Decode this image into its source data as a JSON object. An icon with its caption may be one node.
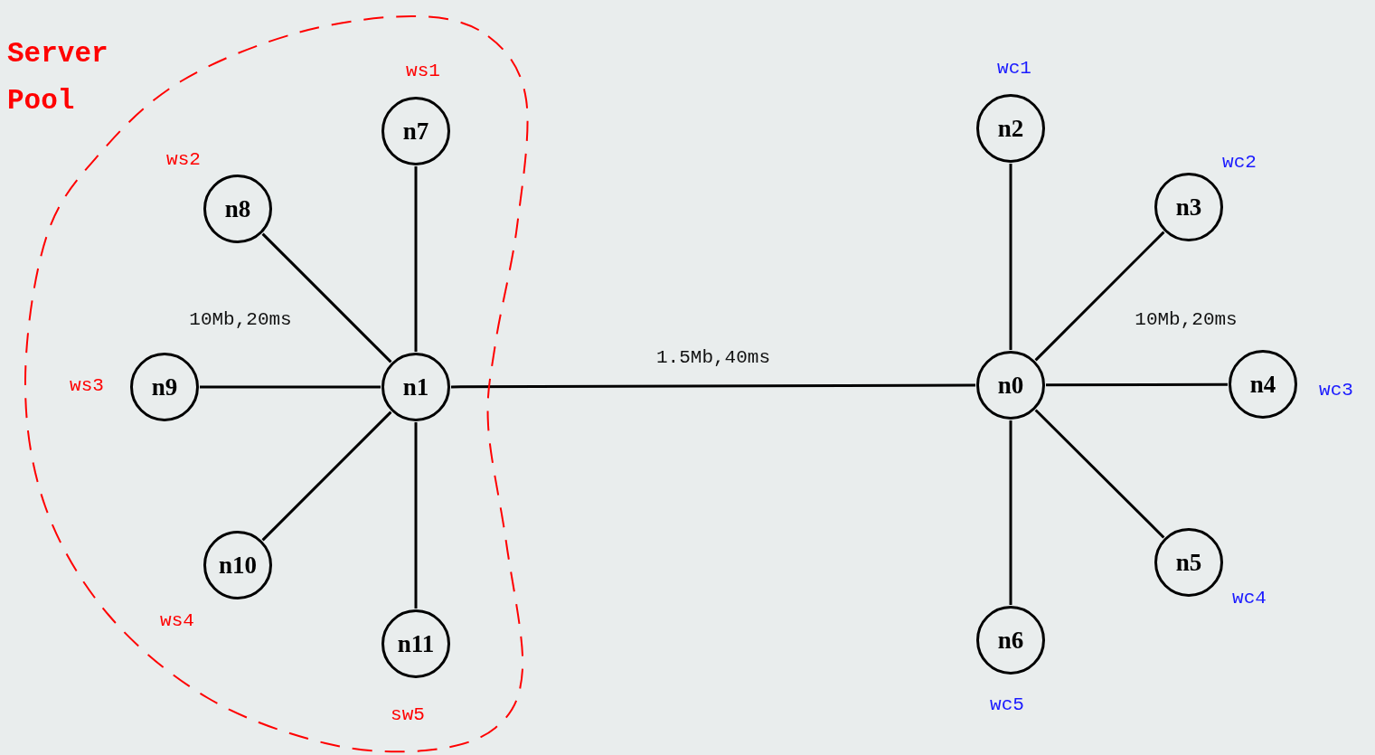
{
  "diagram": {
    "nodes": [
      {
        "text": [
          "Server Pool"
        ]
      },
      {
        "text": [
          "n7"
        ],
        "in": 0,
        "beside": [
          "ws1"
        ]
      },
      {
        "text": [
          "n2"
        ],
        "beside": [
          "wc1"
        ]
      },
      {
        "text": [
          "n8"
        ],
        "in": 0,
        "beside": [
          "ws2"
        ]
      },
      {
        "text": [
          "n3"
        ],
        "beside": [
          "wc2"
        ]
      },
      {
        "text": [
          "n9"
        ],
        "in": 0,
        "beside": [
          "ws3"
        ]
      },
      {
        "text": [
          "n1"
        ],
        "in": 0
      },
      {
        "text": [
          "n0"
        ]
      },
      {
        "text": [
          "n4"
        ],
        "beside": [
          "wc3"
        ]
      },
      {
        "text": [
          "n10"
        ],
        "in": 0,
        "beside": [
          "ws4"
        ]
      },
      {
        "text": [
          "n5"
        ],
        "beside": [
          "wc4"
        ]
      },
      {
        "text": [
          "n11"
        ],
        "in": 0,
        "beside": [
          "sw5"
        ]
      },
      {
        "text": [
          "n6"
        ],
        "beside": [
          "wc5"
        ]
      }
    ],
    "edges": [
      {
        "from": 6,
        "to": 1,
        "arrow": "none"
      },
      {
        "from": 6,
        "to": 3,
        "arrow": "none"
      },
      {
        "from": 6,
        "to": 5,
        "arrow": "none"
      },
      {
        "from": 6,
        "to": 9,
        "arrow": "none"
      },
      {
        "from": 6,
        "to": 11,
        "arrow": "none"
      },
      {
        "from": 6,
        "to": 7,
        "arrow": "none",
        "label": "1.5Mb,40ms"
      },
      {
        "from": 7,
        "to": 2,
        "arrow": "none"
      },
      {
        "from": 7,
        "to": 4,
        "arrow": "none"
      },
      {
        "from": 7,
        "to": 8,
        "arrow": "none"
      },
      {
        "from": 7,
        "to": 10,
        "arrow": "none"
      },
      {
        "from": 7,
        "to": 12,
        "arrow": "none"
      }
    ],
    "labels": [
      "10Mb,20ms",
      "10Mb,20ms"
    ]
  }
}
